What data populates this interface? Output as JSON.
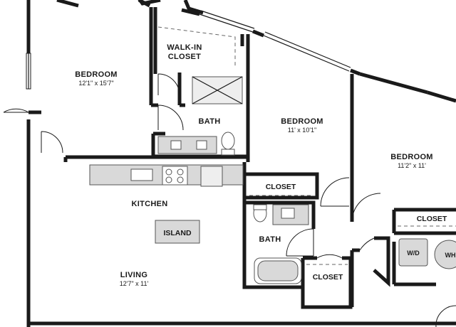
{
  "rooms": {
    "bedroom_1": {
      "name": "BEDROOM",
      "size": "12'1\" x 15'7\""
    },
    "bedroom_2": {
      "name": "BEDROOM",
      "size": "11' x 10'1\""
    },
    "bedroom_3": {
      "name": "BEDROOM",
      "size": "11'2\" x 11'"
    },
    "walk_in_closet": {
      "line1": "WALK-IN",
      "line2": "CLOSET"
    },
    "bath_1": {
      "name": "BATH"
    },
    "bath_2": {
      "name": "BATH"
    },
    "kitchen": {
      "name": "KITCHEN"
    },
    "island": {
      "name": "ISLAND"
    },
    "living": {
      "name": "LIVING",
      "size": "12'7\" x 11'"
    },
    "closet_1": {
      "name": "CLOSET"
    },
    "closet_2": {
      "name": "CLOSET"
    },
    "closet_3": {
      "name": "CLOSET"
    },
    "washer_dryer": {
      "name": "W/D"
    },
    "water_heater": {
      "name": "WH"
    }
  },
  "colors": {
    "wall": "#1a1a1a",
    "fixture": "#d9d9d9",
    "background": "#ffffff"
  }
}
